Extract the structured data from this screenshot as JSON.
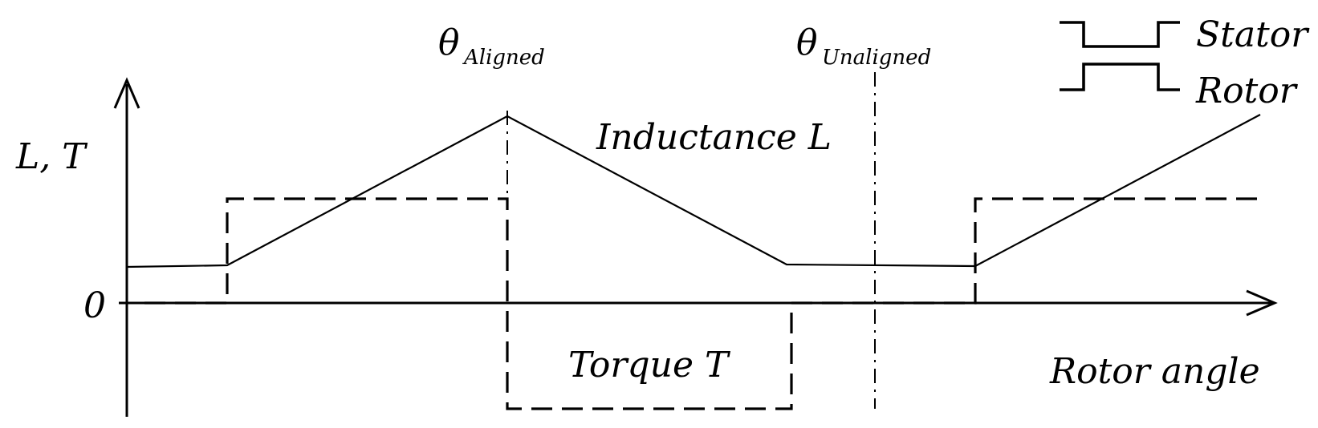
{
  "diagram": {
    "y_axis_label": "L, T",
    "origin_label": "0",
    "x_axis_label": "Rotor angle",
    "inductance_label": "Inductance L",
    "torque_label": "Torque T",
    "aligned_label": {
      "symbol": "θ",
      "subscript": "Aligned"
    },
    "unaligned_label": {
      "symbol": "θ",
      "subscript": "Unaligned"
    },
    "legend": {
      "stator": "Stator",
      "rotor": "Rotor"
    }
  }
}
